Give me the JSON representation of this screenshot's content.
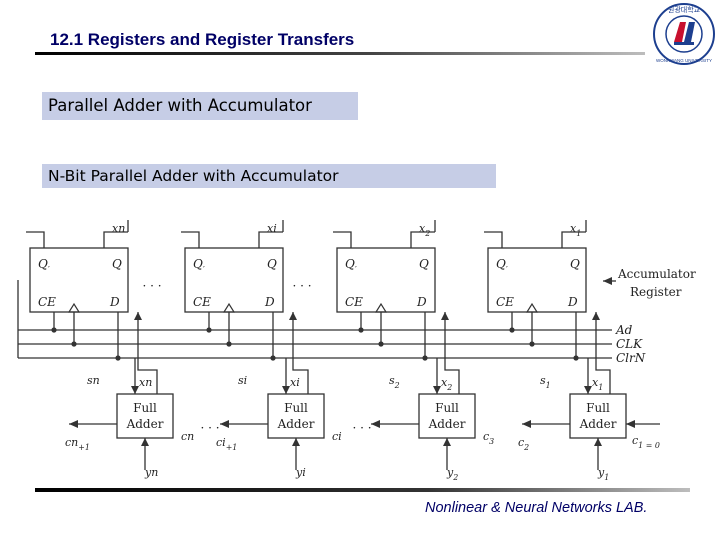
{
  "title": "12.1 Registers and Register Transfers",
  "subtitle1": "Parallel Adder with Accumulator",
  "subtitle2": "N-Bit Parallel Adder with Accumulator",
  "footer": "Nonlinear & Neural Networks LAB.",
  "logo": {
    "top_text": "원광대학교",
    "bottom_text": "WONKWANG UNIVERSITY",
    "symbol": "university-emblem"
  },
  "diagram": {
    "ff_labels": {
      "q_bar": "Q′",
      "q": "Q",
      "ce": "CE",
      "d": "D"
    },
    "stages": [
      {
        "x_in": "xn",
        "s_out": "sn",
        "adder_x": "xn",
        "adder_y": "yn",
        "carry_out": "cn+1",
        "carry_in": "cn"
      },
      {
        "x_in": "xi",
        "s_out": "si",
        "adder_x": "xi",
        "adder_y": "yi",
        "carry_out": "ci+1",
        "carry_in": "ci"
      },
      {
        "x_in": "x2",
        "s_out": "s2",
        "adder_x": "x2",
        "adder_y": "y2",
        "carry_out": "",
        "carry_in": "c3"
      },
      {
        "x_in": "x1",
        "s_out": "s1",
        "adder_x": "x1",
        "adder_y": "y1",
        "carry_out": "c2",
        "carry_in": ""
      }
    ],
    "full_adder_line1": "Full",
    "full_adder_line2": "Adder",
    "ellipsis": "· · ·",
    "control_lines": [
      "Ad",
      "CLK",
      "ClrN"
    ],
    "accumulator_label_line1": "Accumulator",
    "accumulator_label_line2": "Register",
    "carry_in_label": "c1 = 0"
  }
}
